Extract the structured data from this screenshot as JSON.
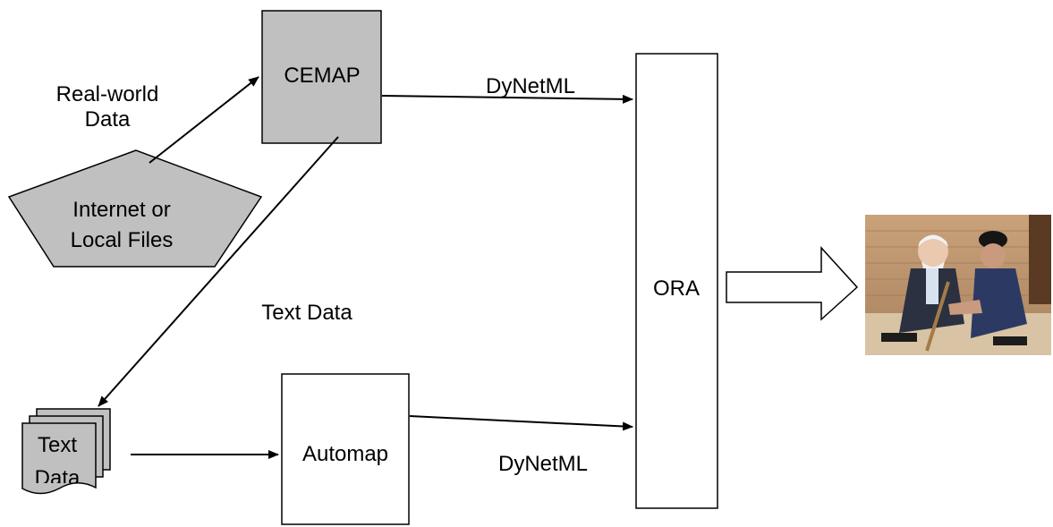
{
  "nodes": {
    "cemap": "CEMAP",
    "internet_line1": "Internet or",
    "internet_line2": "Local Files",
    "text_data_doc_line1": "Text",
    "text_data_doc_line2": "Data",
    "automap": "Automap",
    "ora": "ORA"
  },
  "edge_labels": {
    "real_world_line1": "Real-world",
    "real_world_line2": "Data",
    "text_data": "Text Data",
    "dynetml_top": "DyNetML",
    "dynetml_bottom": "DyNetML"
  },
  "output_image": {
    "description_icon": "photo-two-elderly-men"
  },
  "colors": {
    "shape_fill_gray": "#c0c0c0",
    "stroke": "#000000"
  }
}
